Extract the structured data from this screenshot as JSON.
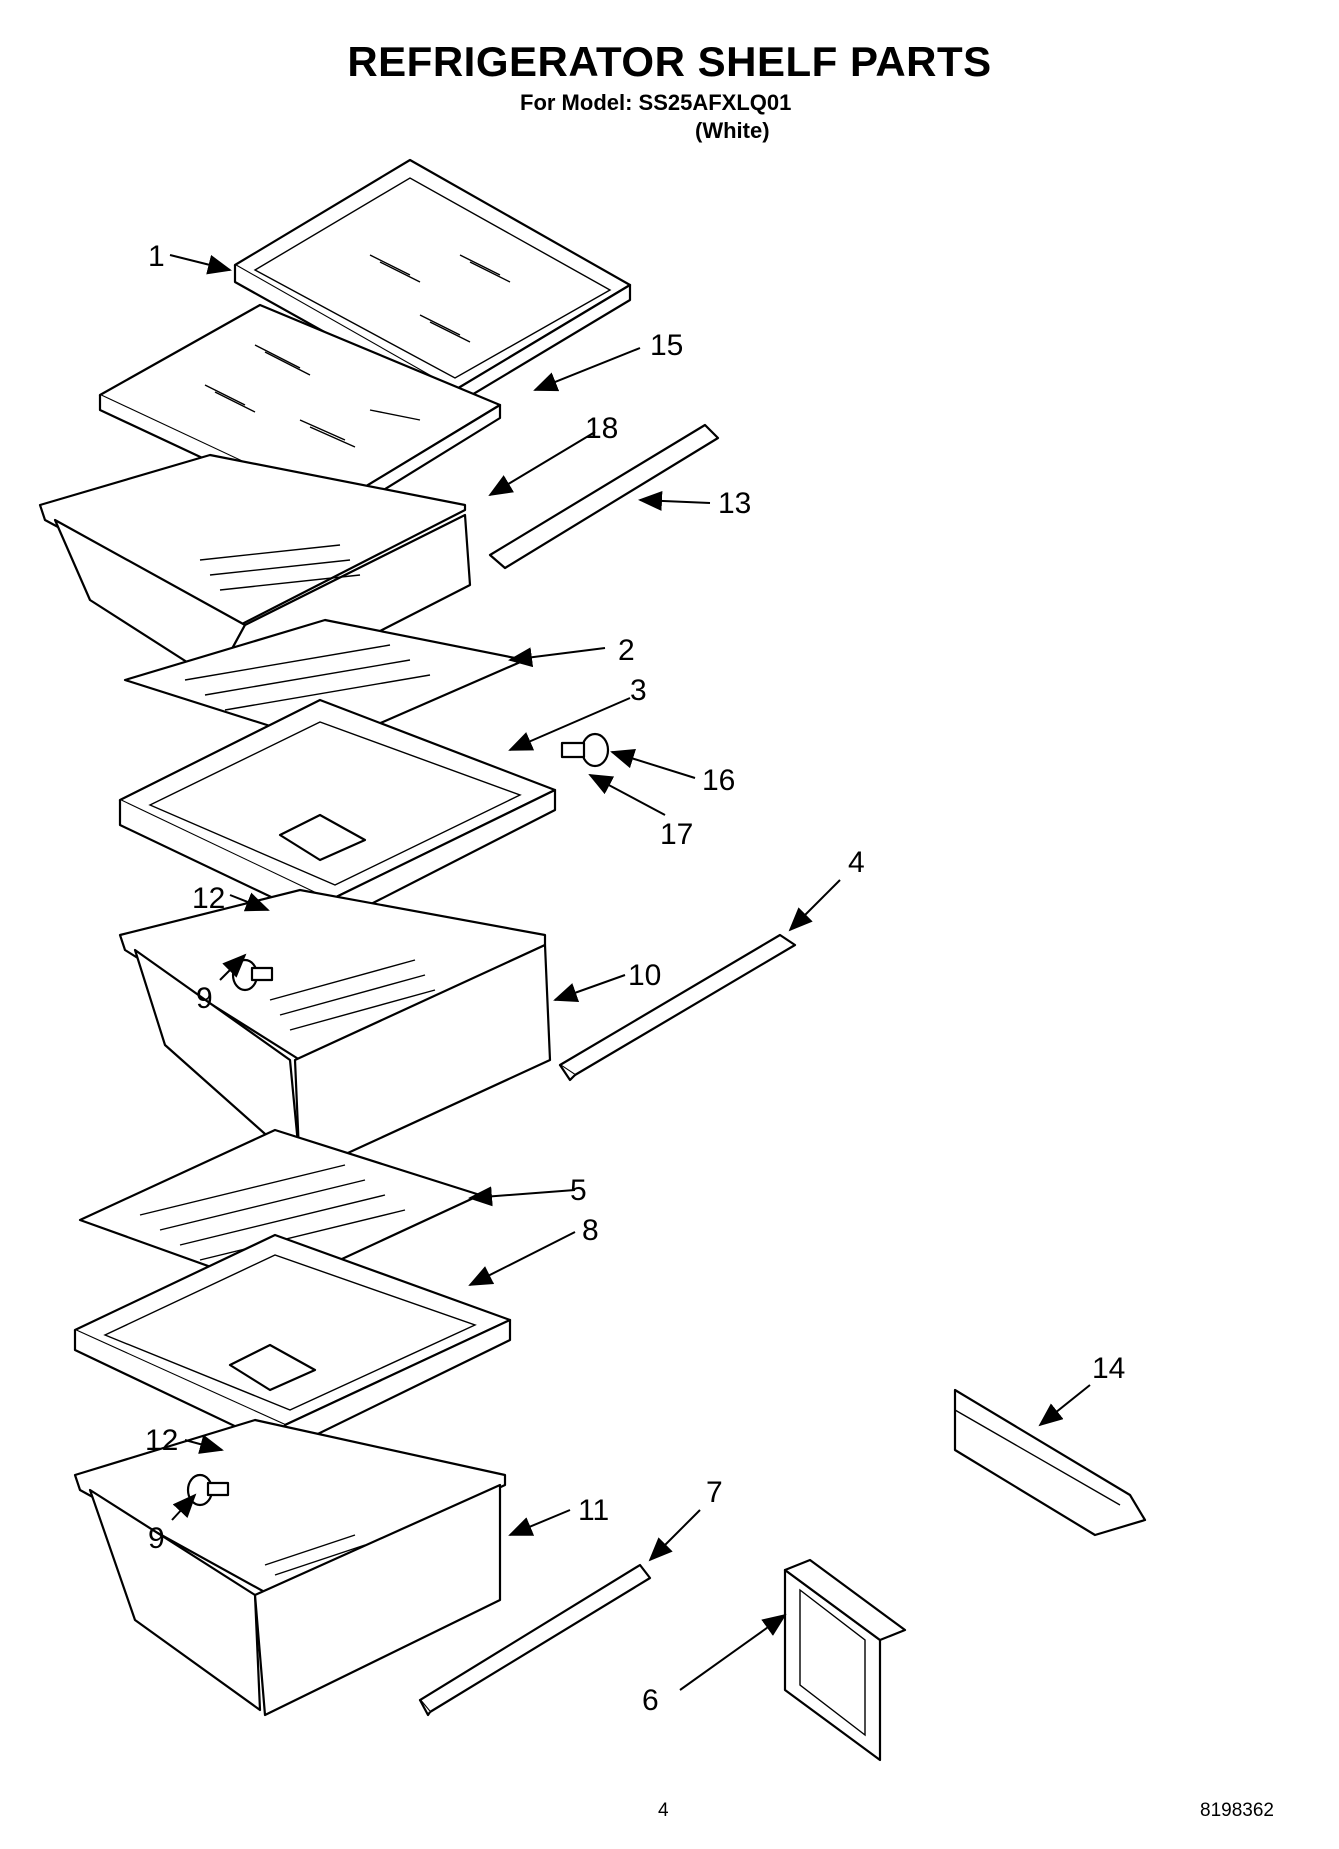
{
  "header": {
    "title": "REFRIGERATOR SHELF PARTS",
    "model_line": "For Model: SS25AFXLQ01",
    "color_line": "(White)"
  },
  "footer": {
    "page_number": "4",
    "document_number": "8198362"
  },
  "callouts": {
    "c1": "1",
    "c2": "2",
    "c3": "3",
    "c4": "4",
    "c5": "5",
    "c6": "6",
    "c7": "7",
    "c8": "8",
    "c9a": "9",
    "c9b": "9",
    "c10": "10",
    "c11": "11",
    "c12a": "12",
    "c12b": "12",
    "c13": "13",
    "c14": "14",
    "c15": "15",
    "c16": "16",
    "c17": "17",
    "c18": "18"
  }
}
